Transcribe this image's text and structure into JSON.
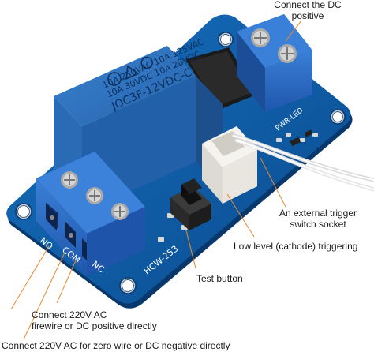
{
  "annotations": {
    "dc_positive": [
      "Connect the DC",
      "positive"
    ],
    "trigger_socket": [
      "An external trigger",
      "switch socket"
    ],
    "low_level": "Low level (cathode) triggering",
    "test_button": "Test button",
    "ac_firewire": [
      "Connect 220V AC",
      "firewire or DC positive directly"
    ],
    "ac_zero": "Connect 220V AC for zero wire or DC negative directly"
  },
  "board": {
    "relay_text": [
      "10A 250VAC 10A 125VAC",
      "10A 30VDC 10A 28VDC",
      "JQC3F-12VDC-C"
    ],
    "terminal_labels": [
      "NO",
      "COM",
      "NC"
    ],
    "model": "HCW-253",
    "pwr_led": "PWR-LED"
  },
  "colors": {
    "pcb": "#0d5fa8",
    "pcb_dark": "#0a3f78",
    "relay": "#2f73c0",
    "terminal": "#2966c4",
    "socket": "#f0efe9"
  }
}
